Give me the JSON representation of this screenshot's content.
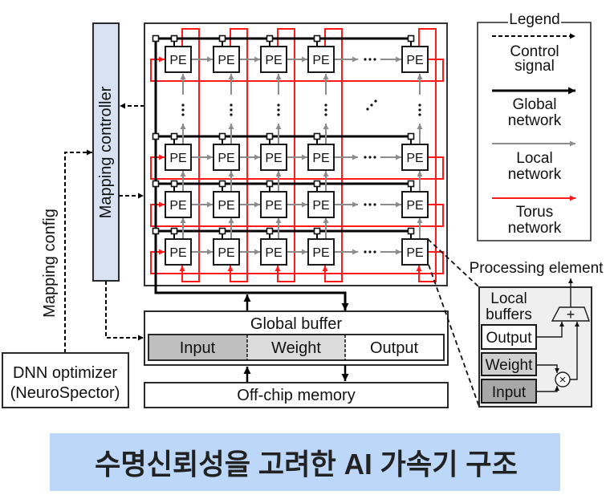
{
  "caption": "수명신뢰성을 고려한 AI 가속기 구조",
  "pe_array": {
    "pe_label": "PE"
  },
  "mapping_controller": {
    "label": "Mapping controller"
  },
  "mapping_config": {
    "label": "Mapping config"
  },
  "dnn_optimizer": {
    "line1": "DNN optimizer",
    "line2": "(NeuroSpector)"
  },
  "global_buffer": {
    "title": "Global buffer",
    "sections": [
      "Input",
      "Weight",
      "Output"
    ]
  },
  "off_chip_memory": {
    "label": "Off-chip memory"
  },
  "legend": {
    "title": "Legend",
    "items": [
      {
        "line1": "Control",
        "line2": "signal",
        "line_style": "dashed-black"
      },
      {
        "line1": "Global",
        "line2": "network",
        "line_style": "solid-black-thick"
      },
      {
        "line1": "Local",
        "line2": "network",
        "line_style": "solid-gray"
      },
      {
        "line1": "Torus",
        "line2": "network",
        "line_style": "solid-red"
      }
    ]
  },
  "processing_element": {
    "title": "Processing element",
    "local_buffers_title": [
      "Local",
      "buffers"
    ],
    "buffers": [
      "Output",
      "Weight",
      "Input"
    ],
    "adder_symbol": "+",
    "multiplier_symbol": "×"
  },
  "colors": {
    "control_signal": "#000000",
    "global_network": "#000000",
    "local_network": "#8c8c8c",
    "torus_network": "#ff1a1a",
    "mapping_controller_fill": "#d9e2f3",
    "caption_background": "#bcd7f8",
    "global_buffer_input_fill": "#bfbfbf",
    "global_buffer_weight_fill": "#dcdcdc",
    "global_buffer_output_fill": "#ffffff",
    "pe_detail_fill": "#efefef",
    "pe_input_fill": "#a8a8a8",
    "pe_weight_fill": "#cfcfcf"
  }
}
